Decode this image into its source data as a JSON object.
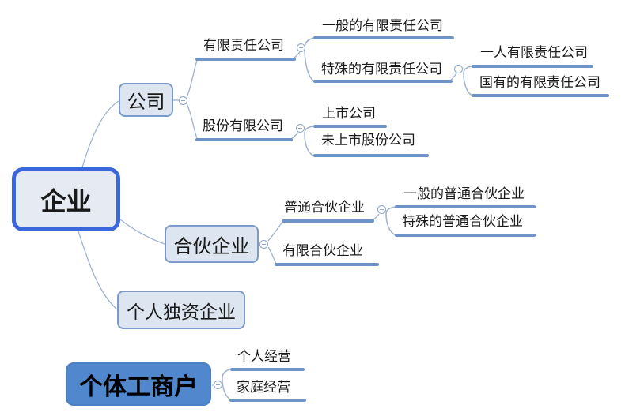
{
  "mindmap": {
    "roots": [
      {
        "label": "企业",
        "children": [
          {
            "label": "公司",
            "children": [
              {
                "label": "有限责任公司",
                "children": [
                  {
                    "label": "一般的有限责任公司",
                    "children": []
                  },
                  {
                    "label": "特殊的有限责任公司",
                    "children": [
                      {
                        "label": "一人有限责任公司",
                        "children": []
                      },
                      {
                        "label": "国有的有限责任公司",
                        "children": []
                      }
                    ]
                  }
                ]
              },
              {
                "label": "股份有限公司",
                "children": [
                  {
                    "label": "上市公司",
                    "children": []
                  },
                  {
                    "label": "未上市股份公司",
                    "children": []
                  }
                ]
              }
            ]
          },
          {
            "label": "合伙企业",
            "children": [
              {
                "label": "普通合伙企业",
                "children": [
                  {
                    "label": "一般的普通合伙企业",
                    "children": []
                  },
                  {
                    "label": "特殊的普通合伙企业",
                    "children": []
                  }
                ]
              },
              {
                "label": "有限合伙企业",
                "children": []
              }
            ]
          },
          {
            "label": "个人独资企业",
            "children": []
          }
        ]
      },
      {
        "label": "个体工商户",
        "children": [
          {
            "label": "个人经营",
            "children": []
          },
          {
            "label": "家庭经营",
            "children": []
          }
        ]
      }
    ],
    "icons": {
      "collapse": "minus-circle"
    },
    "colors": {
      "background": "#FFFFFF",
      "root_border": "#3A67DC",
      "root_fill": "#E6EBF3",
      "branch_box_fill": "#DDE5F0",
      "branch_box_border": "#7C9BC8",
      "solid_box_fill": "#5187CD",
      "node_underline": "#6E93C6",
      "connector_line": "#9FB2D1",
      "collapse_icon": "#8FA6C9",
      "text": "#1A1A1A"
    }
  }
}
